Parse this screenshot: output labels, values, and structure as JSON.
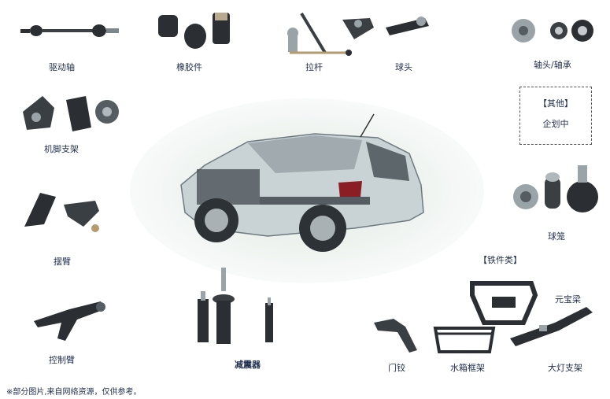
{
  "parts": {
    "drive_shaft": "驱动轴",
    "rubber_parts": "橡胶件",
    "tie_rod": "拉杆",
    "ball_joint": "球头",
    "hub_bearing": "轴头/轴承",
    "engine_mount": "机脚支架",
    "swing_arm": "摆臂",
    "control_arm": "控制臂",
    "shock_absorber": "减震器",
    "cv_joint": "球笼",
    "door_hinge": "门铰",
    "radiator_frame": "水箱框架",
    "headlight_bracket": "大灯支架",
    "subframe": "元宝梁"
  },
  "other": {
    "title": "【其他】",
    "status": "企划中"
  },
  "iron_parts_title": "【铁件类】",
  "footnote": "※部分图片,来自网络资源，仅供参考。",
  "colors": {
    "text": "#1f2d4d",
    "part_dark": "#2b2f33",
    "part_metal": "#9aa3a8",
    "background_glow": "#e4ece8"
  }
}
